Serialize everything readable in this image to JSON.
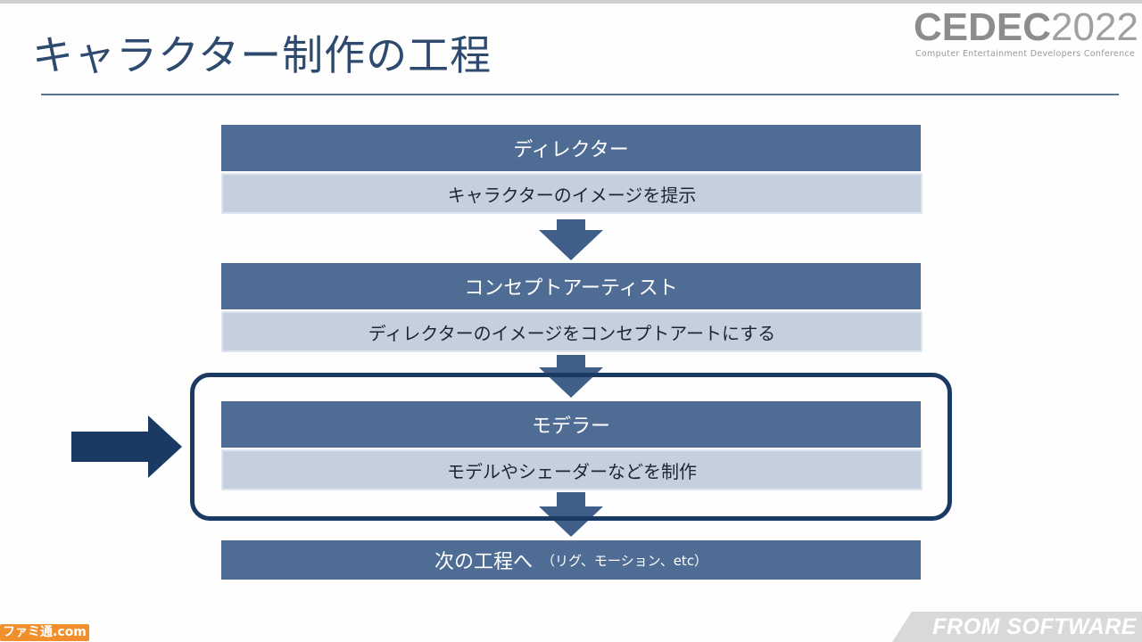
{
  "slide": {
    "title": "キャラクター制作の工程",
    "logo": {
      "main_bold": "CEDEC",
      "year": "2022",
      "subtitle": "Computer Entertainment Developers Conference"
    },
    "footer_brand": "FROM SOFTWARE",
    "watermark": "ファミ通.com"
  },
  "flow": {
    "steps": [
      {
        "role": "ディレクター",
        "task": "キャラクターのイメージを提示"
      },
      {
        "role": "コンセプトアーティスト",
        "task": "ディレクターのイメージをコンセプトアートにする"
      },
      {
        "role": "モデラー",
        "task": "モデルやシェーダーなどを制作",
        "highlighted": true
      }
    ],
    "next": {
      "main": "次の工程へ",
      "detail": "（リグ、モーション、etc）"
    }
  },
  "colors": {
    "header_fill": "#4f6d94",
    "desc_fill": "#c5d0df",
    "title_text": "#2e4a6e",
    "highlight": "#1b3a63"
  }
}
